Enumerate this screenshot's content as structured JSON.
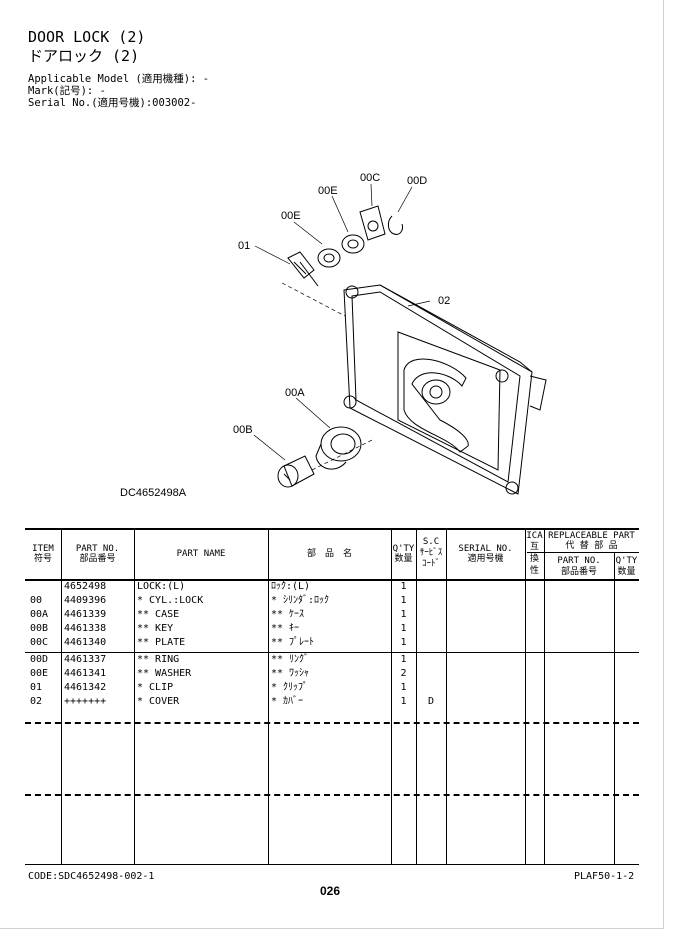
{
  "header": {
    "title": "DOOR LOCK (2)",
    "title_jp": "ドアロック (2)",
    "applicable_model": "Applicable Model (適用機種): -",
    "mark": "Mark(記号): -",
    "serial": "Serial No.(適用号機):003002-"
  },
  "diagram": {
    "code": "DC4652498A",
    "callouts": [
      "00C",
      "00D",
      "00E",
      "00E",
      "01",
      "02",
      "00A",
      "00B"
    ]
  },
  "table": {
    "headers": {
      "item": "ITEM",
      "item_jp": "符号",
      "part_no": "PART NO.",
      "part_no_jp": "部品番号",
      "part_name": "PART NAME",
      "part_name_jp": "部　品　名",
      "qty": "Q'TY",
      "qty_jp": "数量",
      "sc": "S.C",
      "sc_jp1": "ｻｰﾋﾞｽ",
      "sc_jp2": "ｺｰﾄﾞ",
      "serial": "SERIAL NO.",
      "serial_jp": "適用号機",
      "ica": "ICA",
      "ica_jp1": "互",
      "ica_jp2": "換",
      "ica_jp3": "性",
      "replaceable": "REPLACEABLE PART",
      "replaceable_jp": "代 替 部 品",
      "rep_part_no": "PART NO.",
      "rep_part_no_jp": "部品番号",
      "rep_qty": "Q'TY",
      "rep_qty_jp": "数量"
    },
    "rows": [
      {
        "item": "",
        "part_no": "4652498",
        "name": "LOCK:(L)",
        "name_jp": "ﾛｯｸ:(L)",
        "qty": "1",
        "sc": ""
      },
      {
        "item": "00",
        "part_no": "4409396",
        "name": "* CYL.:LOCK",
        "name_jp": "* ｼﾘﾝﾀﾞ:ﾛｯｸ",
        "qty": "1",
        "sc": ""
      },
      {
        "item": "00A",
        "part_no": "4461339",
        "name": "** CASE",
        "name_jp": "** ｹｰｽ",
        "qty": "1",
        "sc": ""
      },
      {
        "item": "00B",
        "part_no": "4461338",
        "name": "** KEY",
        "name_jp": "** ｷｰ",
        "qty": "1",
        "sc": ""
      },
      {
        "item": "00C",
        "part_no": "4461340",
        "name": "** PLATE",
        "name_jp": "** ﾌﾟﾚｰﾄ",
        "qty": "1",
        "sc": ""
      },
      {
        "item": "00D",
        "part_no": "4461337",
        "name": "** RING",
        "name_jp": "** ﾘﾝｸﾞ",
        "qty": "1",
        "sc": ""
      },
      {
        "item": "00E",
        "part_no": "4461341",
        "name": "** WASHER",
        "name_jp": "** ﾜｯｼｬ",
        "qty": "2",
        "sc": ""
      },
      {
        "item": "01",
        "part_no": "4461342",
        "name": "* CLIP",
        "name_jp": "* ｸﾘｯﾌﾟ",
        "qty": "1",
        "sc": ""
      },
      {
        "item": "02",
        "part_no": "+++++++",
        "name": "* COVER",
        "name_jp": "* ｶﾊﾞｰ",
        "qty": "1",
        "sc": "D"
      }
    ]
  },
  "footer": {
    "code": "CODE:SDC4652498-002-1",
    "ref": "PLAF50-1-2",
    "page": "026"
  }
}
